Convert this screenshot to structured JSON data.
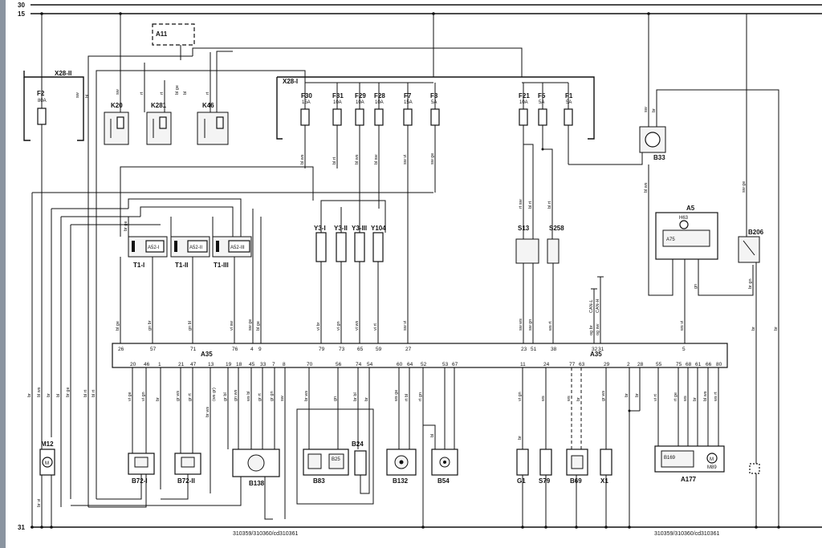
{
  "rails": {
    "r30": "30",
    "r15": "15",
    "r31": "31"
  },
  "footer": {
    "left": "310359/310360/cd310361",
    "right": "310359/310360/cd310361"
  },
  "connectors": {
    "x28_2": "X28-II",
    "x28_1": "X28-I",
    "a35_left": "A35",
    "a35_right": "A35"
  },
  "fuses": [
    {
      "id": "F2",
      "rating": "80A"
    },
    {
      "id": "F30",
      "rating": "15A"
    },
    {
      "id": "F31",
      "rating": "10A"
    },
    {
      "id": "F29",
      "rating": "10A"
    },
    {
      "id": "F28",
      "rating": "10A"
    },
    {
      "id": "F7",
      "rating": "15A"
    },
    {
      "id": "F3",
      "rating": "5A"
    },
    {
      "id": "F21",
      "rating": "10A"
    },
    {
      "id": "F5",
      "rating": "5A"
    },
    {
      "id": "F1",
      "rating": "5A"
    }
  ],
  "relays": [
    "K20",
    "K281",
    "K46"
  ],
  "components": {
    "a11": "A11",
    "b33": "B33",
    "a5": "A5",
    "h63": "H63",
    "a75": "A75",
    "b206": "B206",
    "t1_1": "T1-I",
    "t1_2": "T1-II",
    "t1_3": "T1-III",
    "a52_1": "A52-I",
    "a52_2": "A52-II",
    "a52_3": "A52-III",
    "y3_1": "Y3-I",
    "y3_2": "Y3-II",
    "y3_3": "Y3-III",
    "y104": "Y104",
    "s13": "S13",
    "s258": "S258",
    "can_l": "CAN-L",
    "can_h": "CAN-H",
    "m12": "M12",
    "b72_1": "B72-I",
    "b72_2": "B72-II",
    "b138": "B138",
    "b83": "B83",
    "b25": "B25",
    "b24": "B24",
    "b132": "B132",
    "b54": "B54",
    "g1": "G1",
    "s79": "S79",
    "b69": "B69",
    "x1": "X1",
    "a177": "A177",
    "b169": "B169",
    "m89": "M89"
  },
  "a35_top_pins": [
    "26",
    "57",
    "71",
    "76",
    "4",
    "9",
    "79",
    "73",
    "65",
    "59",
    "27",
    "23",
    "51",
    "38",
    "32",
    "31",
    "5"
  ],
  "a35_bottom_pins": [
    "20",
    "46",
    "1",
    "21",
    "47",
    "13",
    "19",
    "18",
    "45",
    "33",
    "7",
    "8",
    "70",
    "56",
    "74",
    "54",
    "60",
    "64",
    "52",
    "53",
    "67",
    "11",
    "24",
    "77",
    "63",
    "29",
    "2",
    "28",
    "55",
    "75",
    "68",
    "61",
    "66",
    "80"
  ],
  "wire_colors": {
    "sw": "sw",
    "br": "br",
    "bl": "bl",
    "rt": "rt",
    "ge": "ge",
    "gn": "gn",
    "vi": "vi",
    "ws": "ws",
    "gr": "gr",
    "bl_ws": "bl ws",
    "bl_rt": "bl rt",
    "bl_sw": "bl sw",
    "sw_vi": "sw vi",
    "sw_ge": "sw ge",
    "rt_sw": "rt sw",
    "bl_ge": "bl ge",
    "br_ge": "br ge",
    "vi_br": "vi br",
    "vi_gn": "vi gn",
    "gn_br": "gn br",
    "gn_bl": "gn bl",
    "gr_ws": "gr ws",
    "sw_gn": "sw gn",
    "rt_ws": "rt ws",
    "ws_rt": "ws rt",
    "vi_sw": "vi sw",
    "sw_ws": "sw ws",
    "vi_rt": "vi rt",
    "gr_rt": "gr rt",
    "gr_gn": "gr gn",
    "ws_ge": "ws ge",
    "rt_bl": "rt bl",
    "rt_gn": "rt gn",
    "br_ws": "br ws",
    "ws_gr": "(ws gr)",
    "br_bl": "br bl",
    "ws_bl": "ws bl",
    "og_br": "og br",
    "og_sw": "og sw",
    "bl_gn": "bl gn",
    "br_gn": "br gn",
    "ws_vi": "ws vi",
    "rt_ge": "rt ge",
    "br_vi": "br vi",
    "gn_ws": "gn ws",
    "gr_bl": "gr bl",
    "vi_ge": "vi ge",
    "vi_ws": "vi ws",
    "ge_br": "ge br",
    "ws_sw": "ws sw",
    "bl_vi": "bl vi"
  }
}
